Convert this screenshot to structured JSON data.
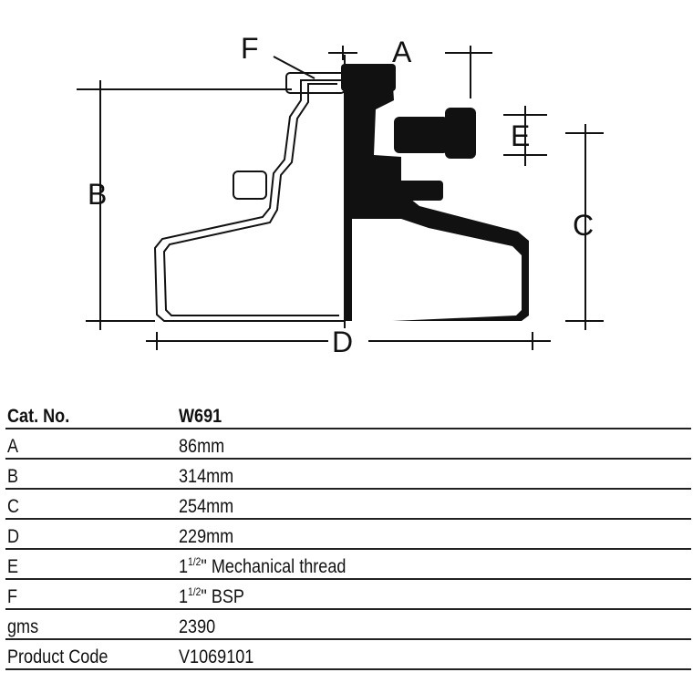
{
  "drawing": {
    "labels": {
      "A": "A",
      "B": "B",
      "C": "C",
      "D": "D",
      "E": "E",
      "F": "F"
    }
  },
  "table": {
    "header": {
      "label": "Cat. No.",
      "value": "W691"
    },
    "rows": [
      {
        "label": "A",
        "value": "86mm"
      },
      {
        "label": "B",
        "value": "314mm"
      },
      {
        "label": "C",
        "value": "254mm"
      },
      {
        "label": "D",
        "value": "229mm"
      },
      {
        "label": "E",
        "value_whole": "1",
        "value_fraction": "1/2",
        "value_rest": "\" Mechanical thread"
      },
      {
        "label": "F",
        "value_whole": "1",
        "value_fraction": "1/2",
        "value_rest": "\" BSP"
      },
      {
        "label": "gms",
        "value": "2390"
      },
      {
        "label": "Product Code",
        "value": "V1069101"
      }
    ]
  }
}
